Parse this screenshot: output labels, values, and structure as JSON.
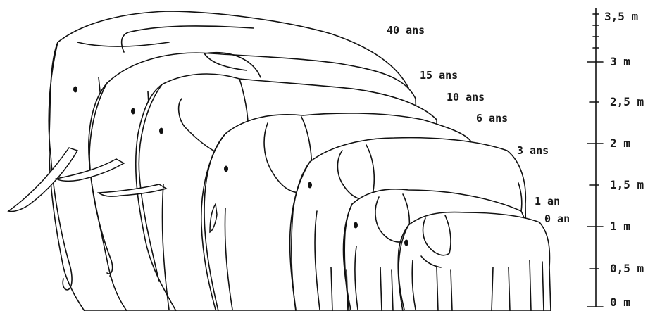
{
  "ages": [
    {
      "label": "40 ans"
    },
    {
      "label": "15 ans"
    },
    {
      "label": "10 ans"
    },
    {
      "label": "6 ans"
    },
    {
      "label": "3 ans"
    },
    {
      "label": "1 an"
    },
    {
      "label": "0 an"
    }
  ],
  "scale": {
    "ticks": [
      {
        "label": "3,5 m"
      },
      {
        "label": "3 m"
      },
      {
        "label": "2,5 m"
      },
      {
        "label": "2 m"
      },
      {
        "label": "1,5 m"
      },
      {
        "label": "1 m"
      },
      {
        "label": "0,5 m"
      },
      {
        "label": "0 m"
      }
    ]
  },
  "colors": {
    "ink": "#111111",
    "background": "#ffffff"
  }
}
